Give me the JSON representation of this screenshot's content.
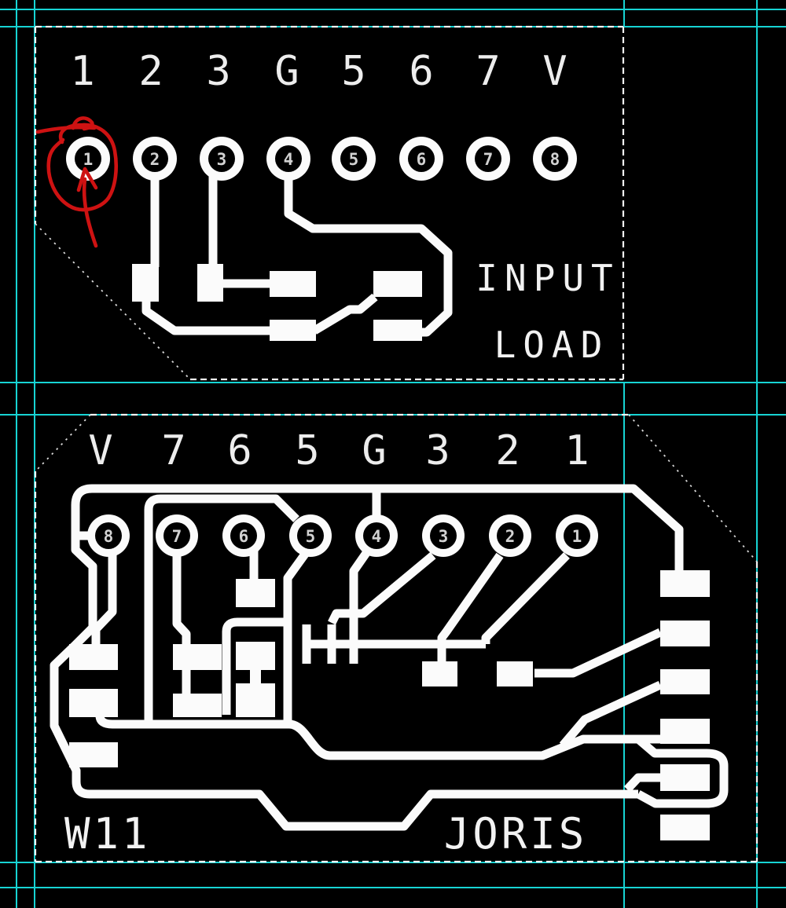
{
  "view": {
    "description": "PCB photoplot artwork view with two single-sided boards, cyan layout guides and a red hand annotation",
    "background": "#000000"
  },
  "colors": {
    "copper": "#fbfbfb",
    "guide_cyan": "#17d4d4",
    "outline_white": "#f4f4f4",
    "annotation_red": "#ce1212",
    "pad_digit": "#d2d2d2"
  },
  "top_board": {
    "labels": [
      "1",
      "2",
      "3",
      "G",
      "5",
      "6",
      "7",
      "V"
    ],
    "pads": [
      "1",
      "2",
      "3",
      "4",
      "5",
      "6",
      "7",
      "8"
    ],
    "caption_line1": "INPUT",
    "caption_line2": "LOAD"
  },
  "bottom_board": {
    "labels": [
      "V",
      "7",
      "6",
      "5",
      "G",
      "3",
      "2",
      "1"
    ],
    "pads": [
      "8",
      "7",
      "6",
      "5",
      "4",
      "3",
      "2",
      "1"
    ],
    "caption_left": "W11",
    "caption_right": "JORIS"
  },
  "annotation": {
    "meaning": "red circle and arrow marking pad 1 of top board"
  }
}
